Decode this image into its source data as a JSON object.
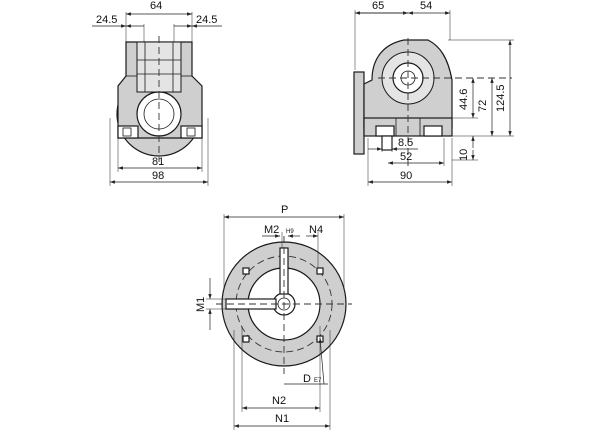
{
  "front_view": {
    "dim_top": "64",
    "dim_left": "24.5",
    "dim_right": "24.5",
    "dim_81": "81",
    "dim_98": "98"
  },
  "side_view": {
    "dim_65": "65",
    "dim_54": "54",
    "dim_44_6": "44.6",
    "dim_72": "72",
    "dim_124_5": "124.5",
    "dim_10": "10",
    "dim_8_5": "8.5",
    "dim_52": "52",
    "dim_90": "90"
  },
  "flange_view": {
    "label_p": "P",
    "label_m2": "M2",
    "label_h9": "H9",
    "label_n4": "N4",
    "label_m1": "M1",
    "label_d": "D",
    "label_e7": "E7",
    "label_n2": "N2",
    "label_n1": "N1"
  },
  "colors": {
    "body_fill": "#cfcfcf",
    "line": "#1a1a1a"
  }
}
